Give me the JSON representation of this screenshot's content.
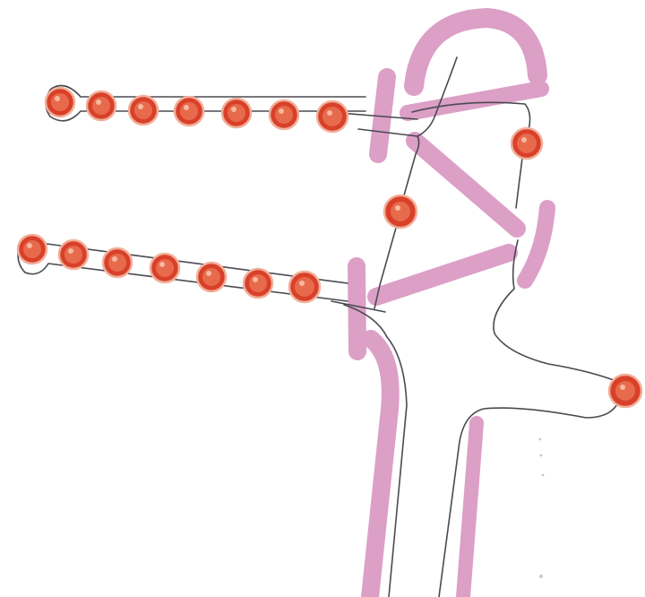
{
  "diagram": {
    "colors": {
      "membrane": "#dc9fc6",
      "strand": "#4a4a52",
      "bead": "#d9402a",
      "bead_core": "#e86a4c",
      "background": "#ffffff"
    },
    "upper_chain_bead_count": 7,
    "lower_chain_bead_count": 7,
    "free_bead_count": 3
  }
}
